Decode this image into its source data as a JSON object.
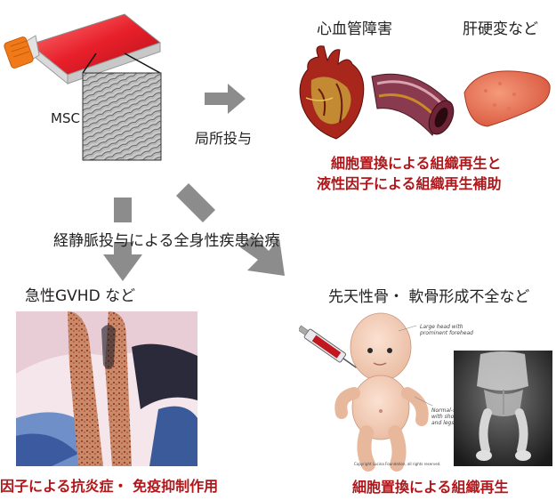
{
  "msc_label": "MSC",
  "local_label": "局所投与",
  "systemic_label": "経静脈投与による全身性疾患治療",
  "heading_cardio": "心血管障害",
  "heading_liver": "肝硬変など",
  "result_local_1": "細胞置換による組織再生と",
  "result_local_2": "液性因子による組織再生補助",
  "heading_gvhd": "急性GVHD など",
  "heading_bone": "先天性骨・ 軟骨形成不全など",
  "result_gvhd": "因子による抗炎症・ 免疫抑制作用",
  "result_bone": "細胞置換による組織再生",
  "baby_note_1": "Large head with",
  "baby_note_2": "prominent forehead",
  "baby_note_3": "Normal-s",
  "baby_note_4": "with shor",
  "baby_note_5": "and legs",
  "copyright": "Copyright Lucina Foundation, all rights reserved.",
  "colors": {
    "accent_red": "#b0161a",
    "arrow_gray": "#8c8c8c"
  }
}
